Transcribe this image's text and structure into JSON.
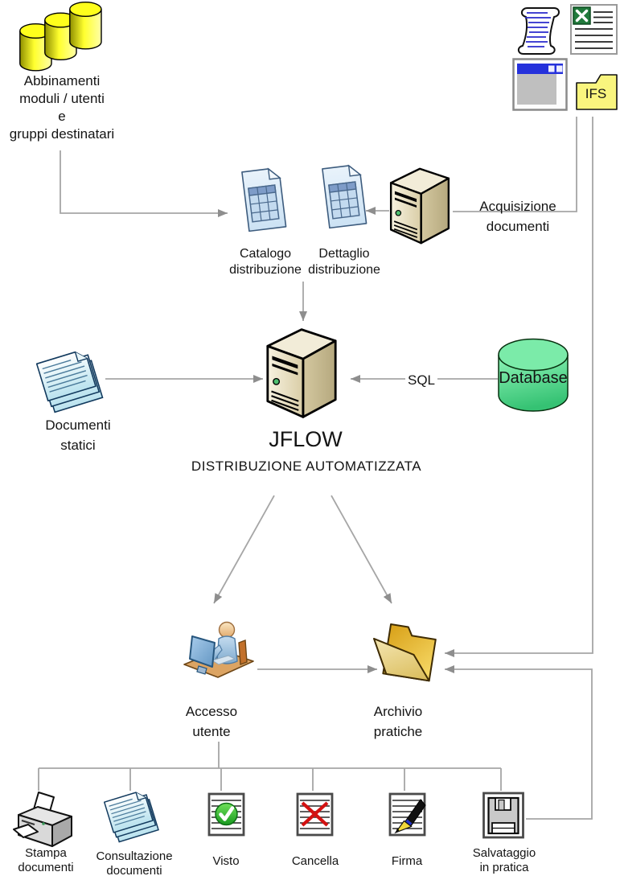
{
  "diagram": {
    "nodes": {
      "abbinamenti": {
        "label": "Abbinamenti\nmoduli / utenti\ne\ngruppi destinatari"
      },
      "catalogo": {
        "label": "Catalogo\ndistribuzione"
      },
      "dettaglio": {
        "label": "Dettaglio\ndistribuzione"
      },
      "acquisizione": {
        "label": "Acquisizione\ndocumenti"
      },
      "jflow": {
        "title": "JFLOW",
        "subtitle": "DISTRIBUZIONE AUTOMATIZZATA"
      },
      "documenti_statici": {
        "label": "Documenti\nstatici"
      },
      "sql_link": {
        "label": "SQL"
      },
      "database": {
        "label": "Database"
      },
      "ifs": {
        "label": "IFS"
      },
      "accesso_utente": {
        "label": "Accesso\nutente"
      },
      "archivio_pratiche": {
        "label": "Archivio\npratiche"
      },
      "stampa": {
        "label": "Stampa\ndocumenti"
      },
      "consultazione": {
        "label": "Consultazione\ndocumenti"
      },
      "visto": {
        "label": "Visto"
      },
      "cancella": {
        "label": "Cancella"
      },
      "firma": {
        "label": "Firma"
      },
      "salvataggio": {
        "label": "Salvataggio\nin pratica"
      }
    },
    "colors": {
      "connector": "#A6A6A6",
      "arrowhead": "#8E8E8E",
      "cylinder_yellow": "#FFFF1C",
      "database_green": "#57DE8C",
      "folder_gold": "#EFC133",
      "ifs_folder_yellow": "#F9F57E",
      "document_blue": "#D5E7F5",
      "server_beige": "#E3D9B8",
      "check_green": "#2DB92D",
      "delete_red": "#D31111",
      "window_blue": "#2531DB"
    }
  }
}
